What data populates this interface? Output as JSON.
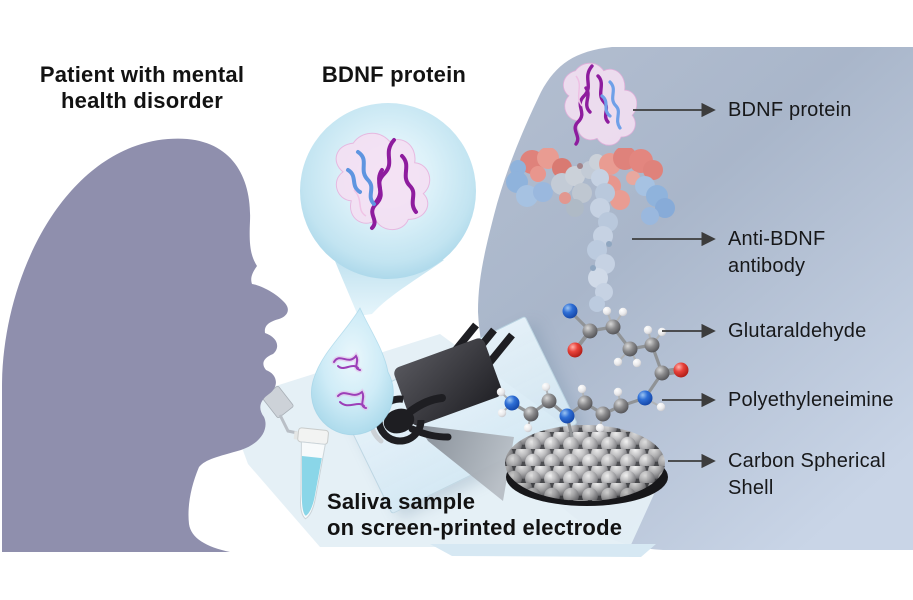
{
  "figure": {
    "left_title": "Patient with mental\nhealth disorder",
    "bubble_title": "BDNF protein",
    "saliva_caption": "Saliva sample\non screen-printed electrode"
  },
  "panel": {
    "items": [
      {
        "id": "bdnf-protein",
        "label": "BDNF protein"
      },
      {
        "id": "anti-bdnf-antibody",
        "label": "Anti-BDNF\nantibody"
      },
      {
        "id": "glutaraldehyde",
        "label": "Glutaraldehyde"
      },
      {
        "id": "polyethyleneimine",
        "label": "Polyethyleneimine"
      },
      {
        "id": "carbon-spherical-shell",
        "label": "Carbon Spherical\nShell"
      }
    ]
  },
  "colors": {
    "head_silhouette": "#8F8FAD",
    "panel_gradient_top": "#B4BFD1",
    "panel_gradient_mid": "#ABB8CC",
    "panel_gradient_bottom": "#C9D5E7",
    "bubble_fill": "#C2E4F1",
    "droplet_fill": "#CFECF7",
    "tube_liquid": "#8AD6E8",
    "electrode_black": "#1E1E22",
    "carbon_sphere_gray": "#8B8B8F",
    "atom_carbon": "#6F6F72",
    "atom_nitrogen": "#2F6FD6",
    "atom_oxygen": "#E8423A",
    "atom_hydrogen": "#F2F2F2",
    "antibody_salmon": "#DF827B",
    "antibody_blue": "#8FB3DC",
    "antibody_stem": "#C6D2E3",
    "ribbon_magenta": "#8E1C9E",
    "ribbon_blue": "#5E95E0",
    "arrow": "#3C3C3C",
    "text": "#121212"
  }
}
